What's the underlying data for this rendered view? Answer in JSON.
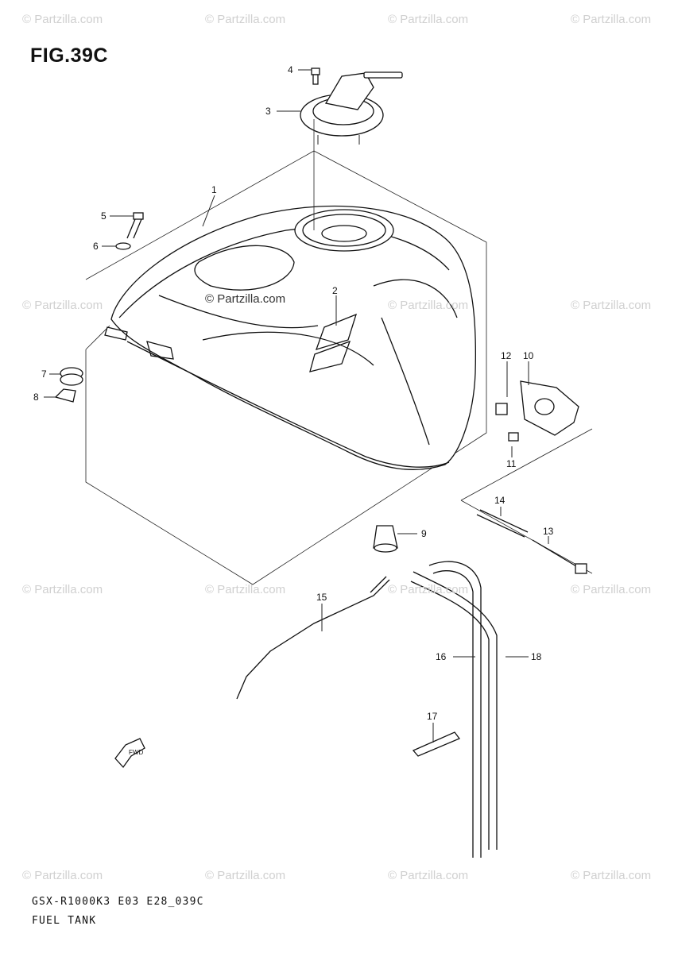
{
  "figure": {
    "title": "FIG.39C",
    "model_code": "GSX-R1000K3 E03 E28_039C",
    "part_title": "FUEL TANK"
  },
  "watermark": {
    "text": "© Partzilla.com",
    "center_text": "© Partzilla.com"
  },
  "callouts": [
    "1",
    "2",
    "3",
    "4",
    "5",
    "6",
    "7",
    "8",
    "9",
    "10",
    "11",
    "12",
    "13",
    "14",
    "15",
    "16",
    "17",
    "18"
  ],
  "fwd_label": "FWD"
}
